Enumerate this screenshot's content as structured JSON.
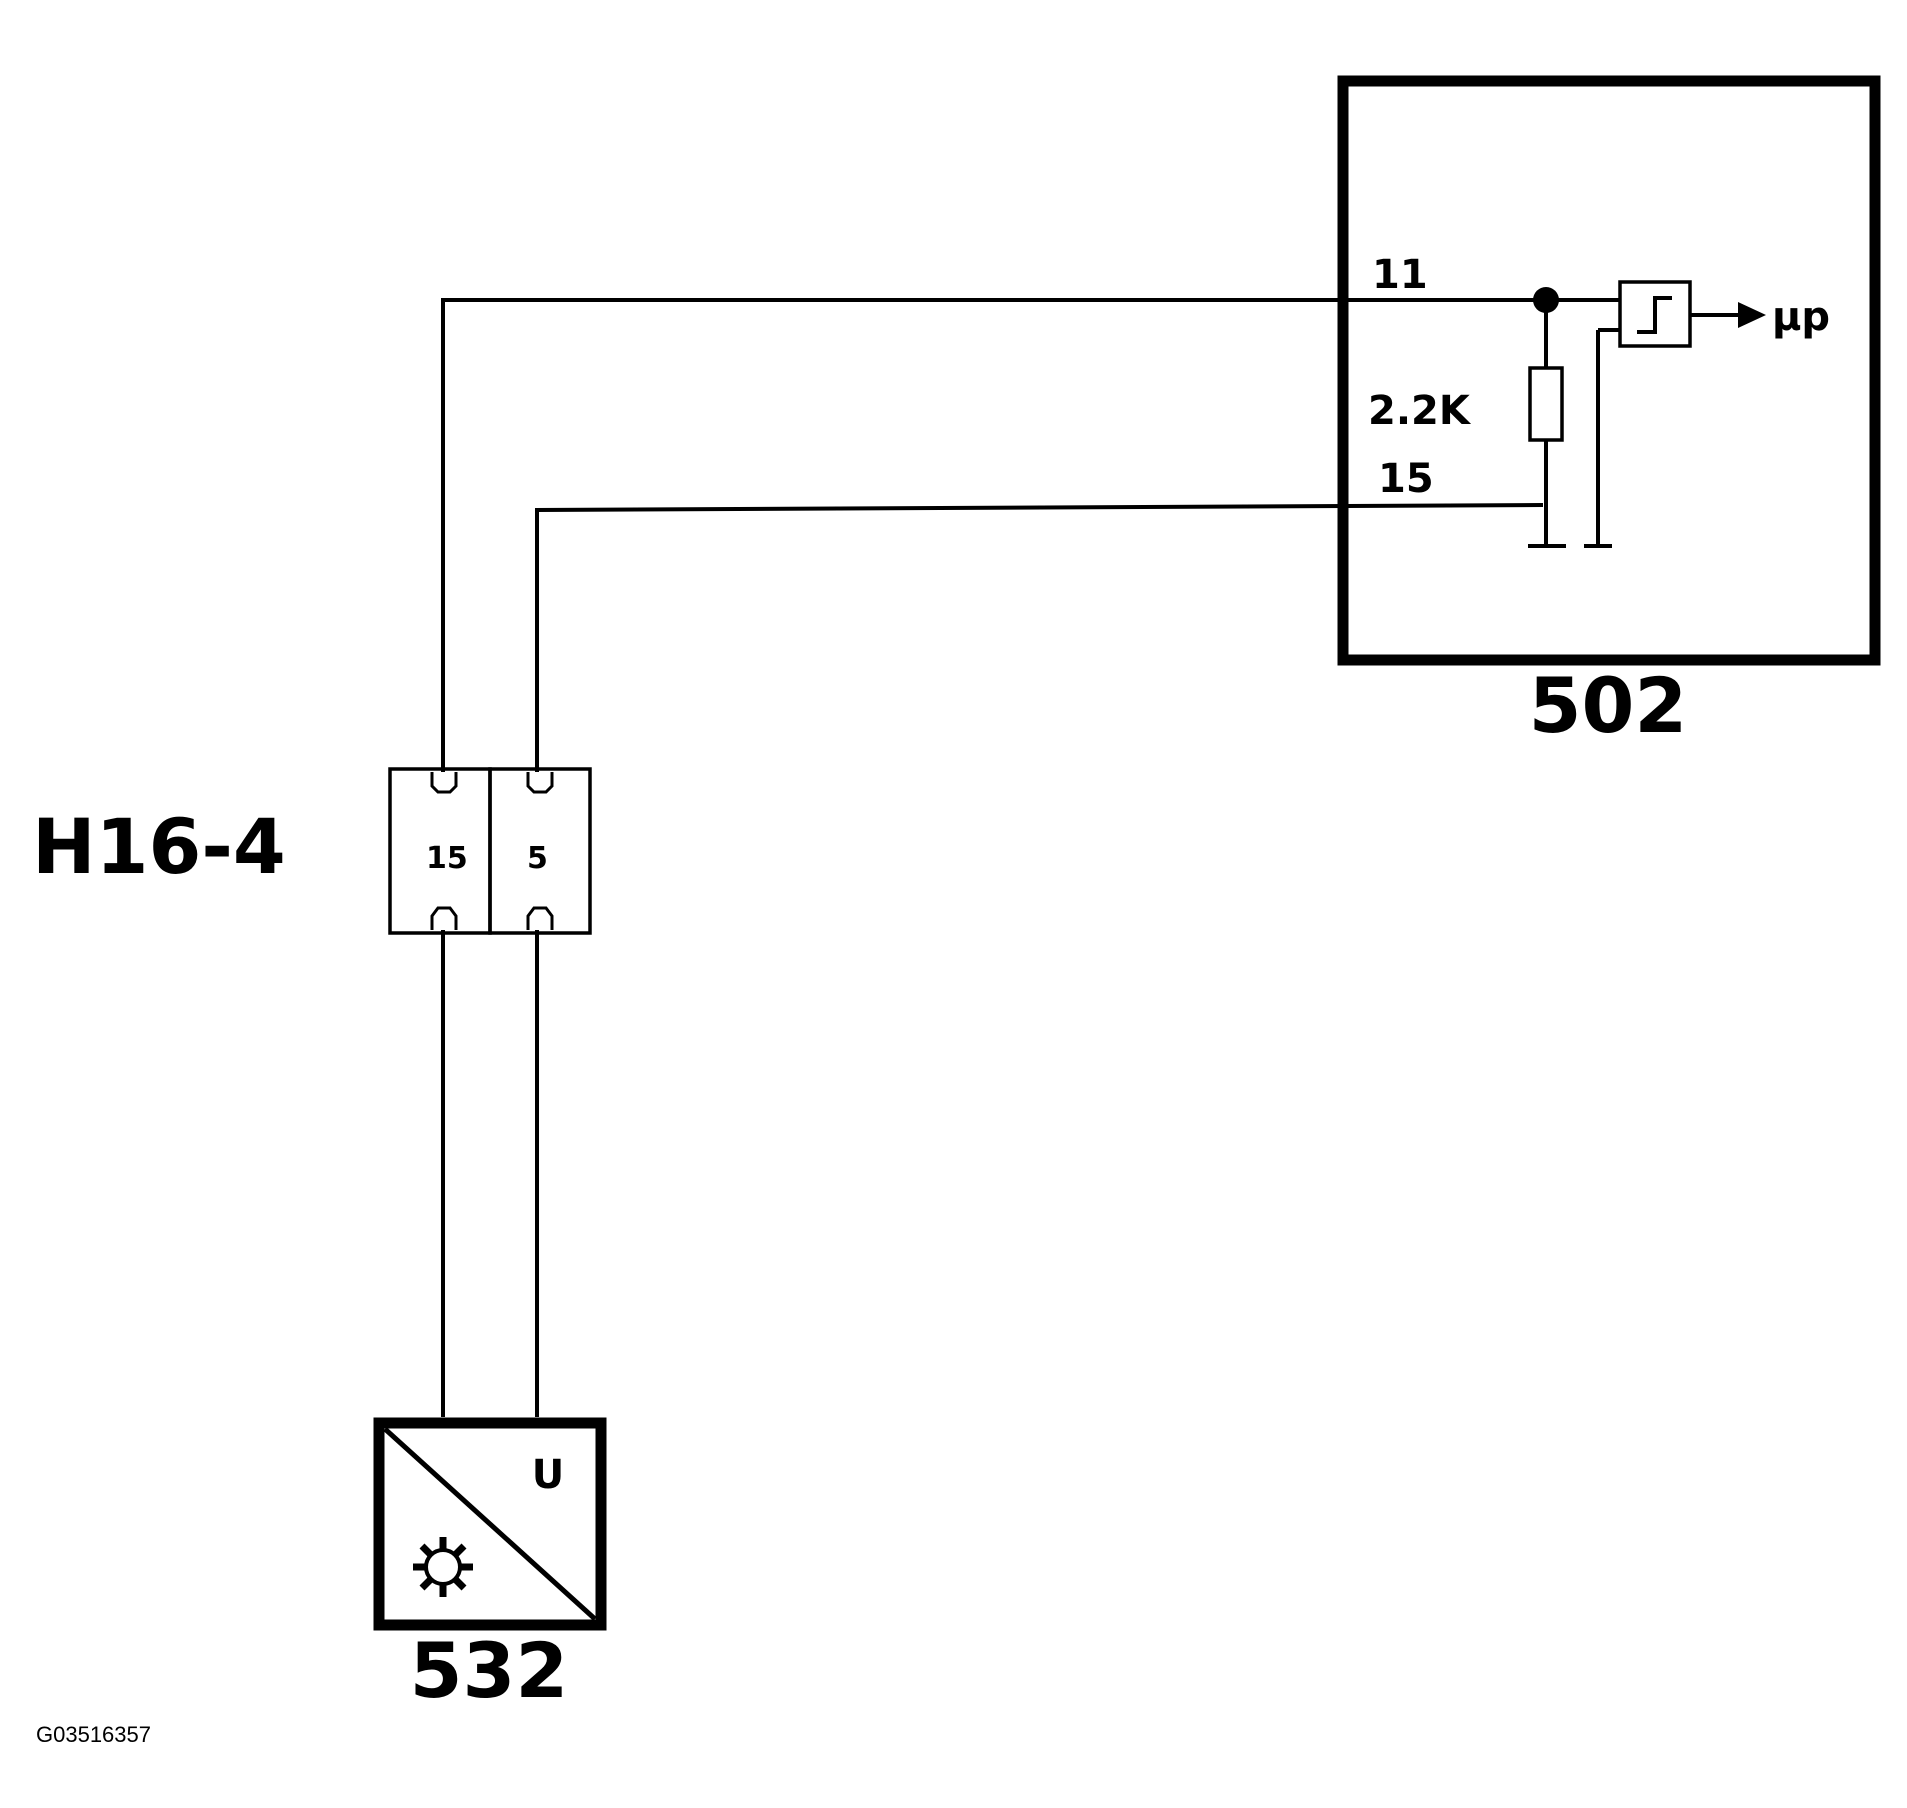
{
  "components": {
    "control_module": {
      "id": "502",
      "pin_signal": "11",
      "pin_ground": "15",
      "resistor": "2.2K",
      "output": "μp"
    },
    "connector": {
      "id": "H16-4",
      "pin_left": "15",
      "pin_right": "5"
    },
    "sensor": {
      "id": "532",
      "symbol": "U"
    }
  },
  "figure_ref": "G03516357",
  "icons": [
    "junction-dot",
    "resistor",
    "schmitt-trigger",
    "arrow",
    "ground",
    "gear-icon"
  ]
}
